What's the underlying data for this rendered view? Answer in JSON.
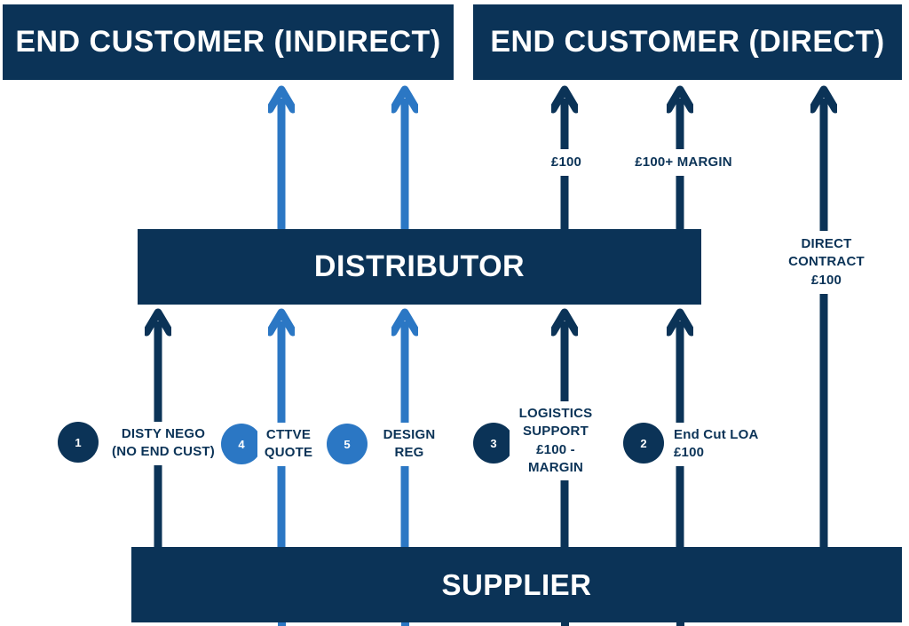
{
  "colors": {
    "navy": "#0B3357",
    "blue": "#2B77C4",
    "white": "#FFFFFF"
  },
  "boxes": {
    "end_customer_indirect": "END CUSTOMER (INDIRECT)",
    "end_customer_direct": "END CUSTOMER (DIRECT)",
    "distributor": "DISTRIBUTOR",
    "supplier": "SUPPLIER"
  },
  "flow_labels": {
    "direct_price": "£100",
    "direct_price_margin": "£100+ MARGIN",
    "direct_contract": "DIRECT\nCONTRACT\n£100"
  },
  "steps": [
    {
      "number": "1",
      "label": "DISTY NEGO\n(NO END CUST)",
      "color": "navy"
    },
    {
      "number": "4",
      "label": "CTTVE\nQUOTE",
      "color": "blue"
    },
    {
      "number": "5",
      "label": "DESIGN\nREG",
      "color": "blue"
    },
    {
      "number": "3",
      "label": "LOGISTICS\nSUPPORT\n£100 -\nMARGIN",
      "color": "navy"
    },
    {
      "number": "2",
      "label": "End Cut LOA\n£100",
      "color": "navy"
    }
  ]
}
